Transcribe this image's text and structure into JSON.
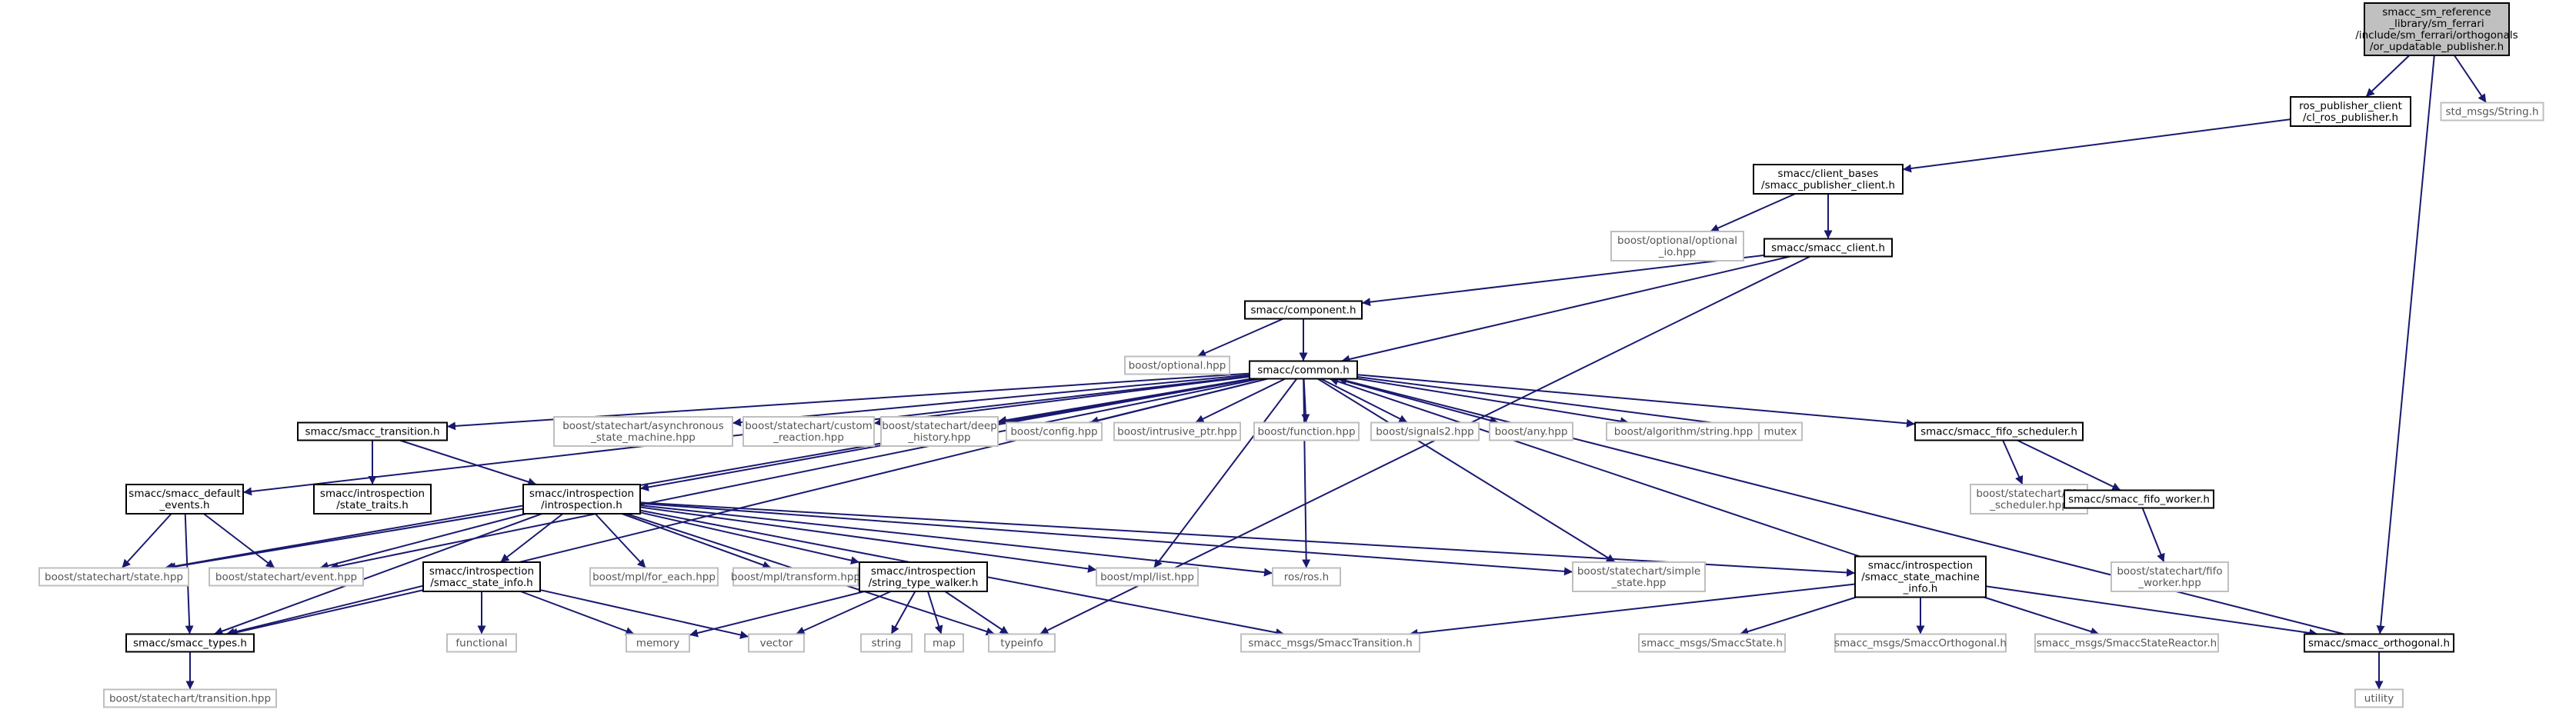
{
  "nodes": [
    {
      "id": "main",
      "kind": "main",
      "lines": [
        "smacc_sm_reference",
        "_library/sm_ferrari",
        "/include/sm_ferrari/orthogonals",
        "/or_updatable_publisher.h"
      ]
    },
    {
      "id": "ros_pub",
      "kind": "local",
      "lines": [
        "ros_publisher_client",
        "/cl_ros_publisher.h"
      ]
    },
    {
      "id": "std_string",
      "kind": "ext",
      "lines": [
        "std_msgs/String.h"
      ]
    },
    {
      "id": "pub_client",
      "kind": "local",
      "lines": [
        "smacc/client_bases",
        "/smacc_publisher_client.h"
      ]
    },
    {
      "id": "opt_io",
      "kind": "ext",
      "lines": [
        "boost/optional/optional",
        "_io.hpp"
      ]
    },
    {
      "id": "client",
      "kind": "local",
      "lines": [
        "smacc/smacc_client.h"
      ]
    },
    {
      "id": "component",
      "kind": "local",
      "lines": [
        "smacc/component.h"
      ]
    },
    {
      "id": "optional",
      "kind": "ext",
      "lines": [
        "boost/optional.hpp"
      ]
    },
    {
      "id": "common",
      "kind": "local",
      "lines": [
        "smacc/common.h"
      ]
    },
    {
      "id": "transition",
      "kind": "local",
      "lines": [
        "smacc/smacc_transition.h"
      ]
    },
    {
      "id": "async_sm",
      "kind": "ext",
      "lines": [
        "boost/statechart/asynchronous",
        "_state_machine.hpp"
      ]
    },
    {
      "id": "custom_reaction",
      "kind": "ext",
      "lines": [
        "boost/statechart/custom",
        "_reaction.hpp"
      ]
    },
    {
      "id": "deep_history",
      "kind": "ext",
      "lines": [
        "boost/statechart/deep",
        "_history.hpp"
      ]
    },
    {
      "id": "config",
      "kind": "ext",
      "lines": [
        "boost/config.hpp"
      ]
    },
    {
      "id": "intrusive_ptr",
      "kind": "ext",
      "lines": [
        "boost/intrusive_ptr.hpp"
      ]
    },
    {
      "id": "function",
      "kind": "ext",
      "lines": [
        "boost/function.hpp"
      ]
    },
    {
      "id": "signals2",
      "kind": "ext",
      "lines": [
        "boost/signals2.hpp"
      ]
    },
    {
      "id": "any",
      "kind": "ext",
      "lines": [
        "boost/any.hpp"
      ]
    },
    {
      "id": "alg_string",
      "kind": "ext",
      "lines": [
        "boost/algorithm/string.hpp"
      ]
    },
    {
      "id": "mutex",
      "kind": "ext",
      "lines": [
        "mutex"
      ]
    },
    {
      "id": "fifo_scheduler",
      "kind": "local",
      "lines": [
        "smacc/smacc_fifo_scheduler.h"
      ]
    },
    {
      "id": "default_events",
      "kind": "local",
      "lines": [
        "smacc/smacc_default",
        "_events.h"
      ]
    },
    {
      "id": "state_traits",
      "kind": "local",
      "lines": [
        "smacc/introspection",
        "/state_traits.h"
      ]
    },
    {
      "id": "introspection",
      "kind": "local",
      "lines": [
        "smacc/introspection",
        "/introspection.h"
      ]
    },
    {
      "id": "fifo_sched_hpp",
      "kind": "ext",
      "lines": [
        "boost/statechart/fifo",
        "_scheduler.hpp"
      ]
    },
    {
      "id": "fifo_worker",
      "kind": "local",
      "lines": [
        "smacc/smacc_fifo_worker.h"
      ]
    },
    {
      "id": "fifo_worker_hpp",
      "kind": "ext",
      "lines": [
        "boost/statechart/fifo",
        "_worker.hpp"
      ]
    },
    {
      "id": "state_hpp",
      "kind": "ext",
      "lines": [
        "boost/statechart/state.hpp"
      ]
    },
    {
      "id": "event_hpp",
      "kind": "ext",
      "lines": [
        "boost/statechart/event.hpp"
      ]
    },
    {
      "id": "state_info",
      "kind": "local",
      "lines": [
        "smacc/introspection",
        "/smacc_state_info.h"
      ]
    },
    {
      "id": "for_each",
      "kind": "ext",
      "lines": [
        "boost/mpl/for_each.hpp"
      ]
    },
    {
      "id": "transform",
      "kind": "ext",
      "lines": [
        "boost/mpl/transform.hpp"
      ]
    },
    {
      "id": "type_walker",
      "kind": "local",
      "lines": [
        "smacc/introspection",
        "/string_type_walker.h"
      ]
    },
    {
      "id": "mpl_list",
      "kind": "ext",
      "lines": [
        "boost/mpl/list.hpp"
      ]
    },
    {
      "id": "ros",
      "kind": "ext",
      "lines": [
        "ros/ros.h"
      ]
    },
    {
      "id": "simple_state",
      "kind": "ext",
      "lines": [
        "boost/statechart/simple",
        "_state.hpp"
      ]
    },
    {
      "id": "sm_info",
      "kind": "local",
      "lines": [
        "smacc/introspection",
        "/smacc_state_machine",
        "_info.h"
      ]
    },
    {
      "id": "types",
      "kind": "local",
      "lines": [
        "smacc/smacc_types.h"
      ]
    },
    {
      "id": "functional",
      "kind": "ext",
      "lines": [
        "functional"
      ]
    },
    {
      "id": "memory",
      "kind": "ext",
      "lines": [
        "memory"
      ]
    },
    {
      "id": "vector",
      "kind": "ext",
      "lines": [
        "vector"
      ]
    },
    {
      "id": "string",
      "kind": "ext",
      "lines": [
        "string"
      ]
    },
    {
      "id": "map",
      "kind": "ext",
      "lines": [
        "map"
      ]
    },
    {
      "id": "typeinfo",
      "kind": "ext",
      "lines": [
        "typeinfo"
      ]
    },
    {
      "id": "smacc_transition_msg",
      "kind": "ext",
      "lines": [
        "smacc_msgs/SmaccTransition.h"
      ]
    },
    {
      "id": "smacc_state_msg",
      "kind": "ext",
      "lines": [
        "smacc_msgs/SmaccState.h"
      ]
    },
    {
      "id": "smacc_orth_msg",
      "kind": "ext",
      "lines": [
        "smacc_msgs/SmaccOrthogonal.h"
      ]
    },
    {
      "id": "smacc_reactor_msg",
      "kind": "ext",
      "lines": [
        "smacc_msgs/SmaccStateReactor.h"
      ]
    },
    {
      "id": "orthogonal",
      "kind": "local",
      "lines": [
        "smacc/smacc_orthogonal.h"
      ]
    },
    {
      "id": "transition_hpp",
      "kind": "ext",
      "lines": [
        "boost/statechart/transition.hpp"
      ]
    },
    {
      "id": "utility",
      "kind": "ext",
      "lines": [
        "utility"
      ]
    }
  ],
  "edges": [
    [
      "main",
      "ros_pub"
    ],
    [
      "main",
      "std_string"
    ],
    [
      "main",
      "orthogonal"
    ],
    [
      "ros_pub",
      "pub_client"
    ],
    [
      "pub_client",
      "opt_io"
    ],
    [
      "pub_client",
      "client"
    ],
    [
      "client",
      "component"
    ],
    [
      "client",
      "common"
    ],
    [
      "client",
      "typeinfo"
    ],
    [
      "component",
      "optional"
    ],
    [
      "component",
      "common"
    ],
    [
      "common",
      "transition"
    ],
    [
      "common",
      "async_sm"
    ],
    [
      "common",
      "custom_reaction"
    ],
    [
      "common",
      "deep_history"
    ],
    [
      "common",
      "config"
    ],
    [
      "common",
      "intrusive_ptr"
    ],
    [
      "common",
      "function"
    ],
    [
      "common",
      "signals2"
    ],
    [
      "common",
      "any"
    ],
    [
      "common",
      "alg_string"
    ],
    [
      "common",
      "mutex"
    ],
    [
      "common",
      "fifo_scheduler"
    ],
    [
      "common",
      "default_events"
    ],
    [
      "common",
      "introspection"
    ],
    [
      "common",
      "state_hpp"
    ],
    [
      "common",
      "event_hpp"
    ],
    [
      "common",
      "types"
    ],
    [
      "common",
      "mpl_list"
    ],
    [
      "common",
      "ros"
    ],
    [
      "common",
      "simple_state"
    ],
    [
      "transition",
      "state_traits"
    ],
    [
      "transition",
      "introspection"
    ],
    [
      "default_events",
      "state_hpp"
    ],
    [
      "default_events",
      "event_hpp"
    ],
    [
      "default_events",
      "types"
    ],
    [
      "fifo_scheduler",
      "fifo_sched_hpp"
    ],
    [
      "fifo_scheduler",
      "fifo_worker"
    ],
    [
      "fifo_worker",
      "fifo_worker_hpp"
    ],
    [
      "introspection",
      "state_hpp"
    ],
    [
      "introspection",
      "event_hpp"
    ],
    [
      "introspection",
      "state_info"
    ],
    [
      "introspection",
      "for_each"
    ],
    [
      "introspection",
      "transform"
    ],
    [
      "introspection",
      "type_walker"
    ],
    [
      "introspection",
      "mpl_list"
    ],
    [
      "introspection",
      "ros"
    ],
    [
      "introspection",
      "simple_state"
    ],
    [
      "introspection",
      "sm_info"
    ],
    [
      "introspection",
      "types"
    ],
    [
      "introspection",
      "typeinfo"
    ],
    [
      "introspection",
      "smacc_transition_msg"
    ],
    [
      "state_info",
      "types"
    ],
    [
      "state_info",
      "functional"
    ],
    [
      "state_info",
      "memory"
    ],
    [
      "state_info",
      "vector"
    ],
    [
      "type_walker",
      "memory"
    ],
    [
      "type_walker",
      "vector"
    ],
    [
      "type_walker",
      "string"
    ],
    [
      "type_walker",
      "map"
    ],
    [
      "type_walker",
      "typeinfo"
    ],
    [
      "sm_info",
      "common"
    ],
    [
      "sm_info",
      "smacc_transition_msg"
    ],
    [
      "sm_info",
      "smacc_state_msg"
    ],
    [
      "sm_info",
      "smacc_orth_msg"
    ],
    [
      "sm_info",
      "smacc_reactor_msg"
    ],
    [
      "sm_info",
      "orthogonal"
    ],
    [
      "types",
      "transition_hpp"
    ],
    [
      "orthogonal",
      "common"
    ],
    [
      "orthogonal",
      "utility"
    ]
  ]
}
